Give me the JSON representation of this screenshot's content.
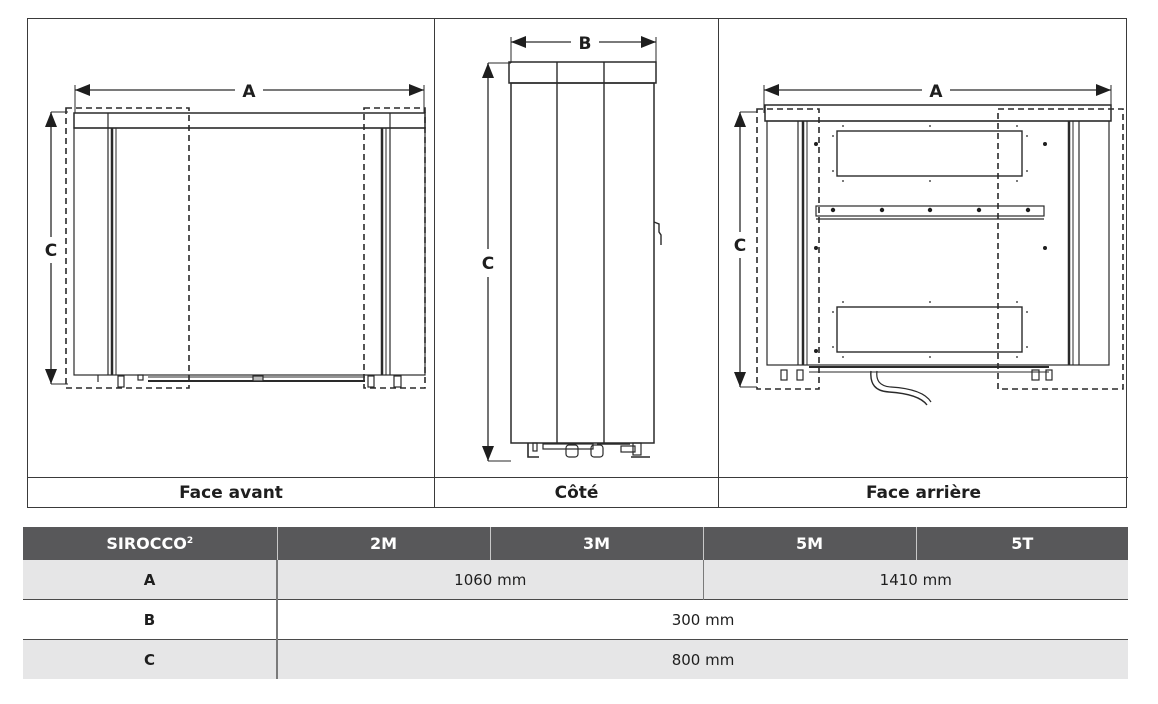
{
  "views": [
    {
      "id": "front",
      "caption": "Face avant",
      "dimensions": {
        "width_label": "A",
        "height_label": "C"
      }
    },
    {
      "id": "side",
      "caption": "Côté",
      "dimensions": {
        "width_label": "B",
        "height_label": "C"
      }
    },
    {
      "id": "rear",
      "caption": "Face arrière",
      "dimensions": {
        "width_label": "A",
        "height_label": "C"
      }
    }
  ],
  "table": {
    "header": {
      "model_label": "SIROCCO",
      "model_superscript": "2",
      "columns": [
        "2M",
        "3M",
        "5M",
        "5T"
      ]
    },
    "rows": [
      {
        "label": "A",
        "cells": [
          {
            "value": "1060 mm",
            "span": 2
          },
          {
            "value": "1410 mm",
            "span": 2
          }
        ]
      },
      {
        "label": "B",
        "cells": [
          {
            "value": "300 mm",
            "span": 4
          }
        ]
      },
      {
        "label": "C",
        "cells": [
          {
            "value": "800 mm",
            "span": 4
          }
        ]
      }
    ]
  },
  "colors": {
    "header_bg": "#58585a",
    "header_text": "#ffffff",
    "row_shade": "#e6e6e7",
    "line": "#3a3a3a"
  }
}
